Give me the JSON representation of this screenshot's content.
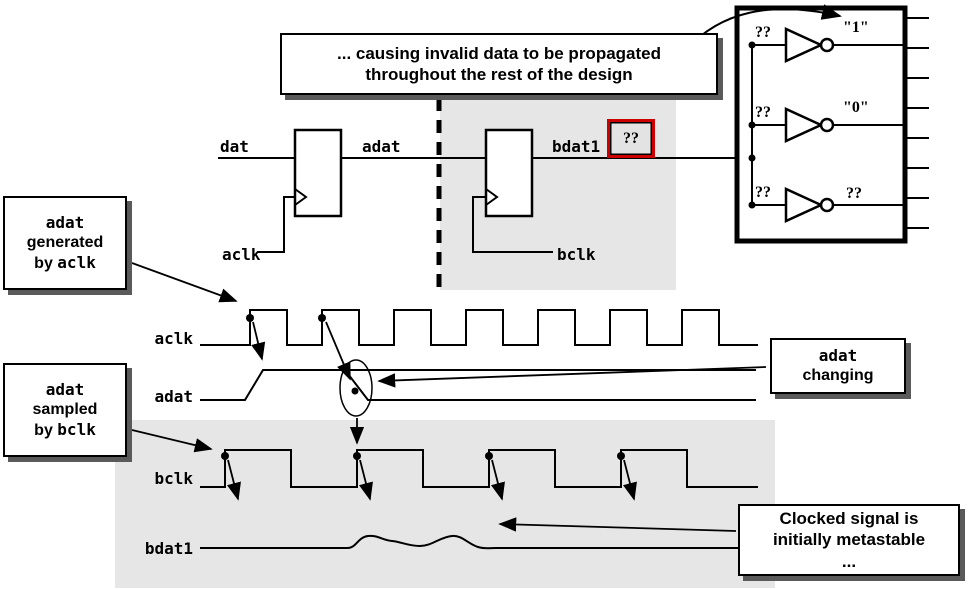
{
  "callouts": {
    "top": {
      "line1": "... causing invalid data to be propagated",
      "line2": "throughout the rest of the design"
    },
    "generated": {
      "code1": "adat",
      "text": "generated",
      "pre": "by ",
      "code2": "aclk"
    },
    "sampled": {
      "code1": "adat",
      "text": "sampled",
      "pre": "by ",
      "code2": "bclk"
    },
    "changing": {
      "code1": "adat",
      "text": "changing"
    },
    "metastable": {
      "line1": "Clocked signal is",
      "line2": "initially metastable",
      "line3": "..."
    }
  },
  "circuit": {
    "dat": "dat",
    "adat": "adat",
    "bdat1": "bdat1",
    "aclk": "aclk",
    "bclk": "bclk",
    "unknown_value": "??",
    "gates": {
      "inputs": [
        "??",
        "??",
        "??"
      ],
      "outputs": [
        "\"1\"",
        "\"0\"",
        "??"
      ]
    }
  },
  "waveforms": {
    "labels": [
      "aclk",
      "adat",
      "bclk",
      "bdat1"
    ]
  },
  "colors": {
    "accent_red": "#cc0000",
    "shade_gray": "#e6e6e6",
    "shadow_gray": "#5a5a5a"
  }
}
